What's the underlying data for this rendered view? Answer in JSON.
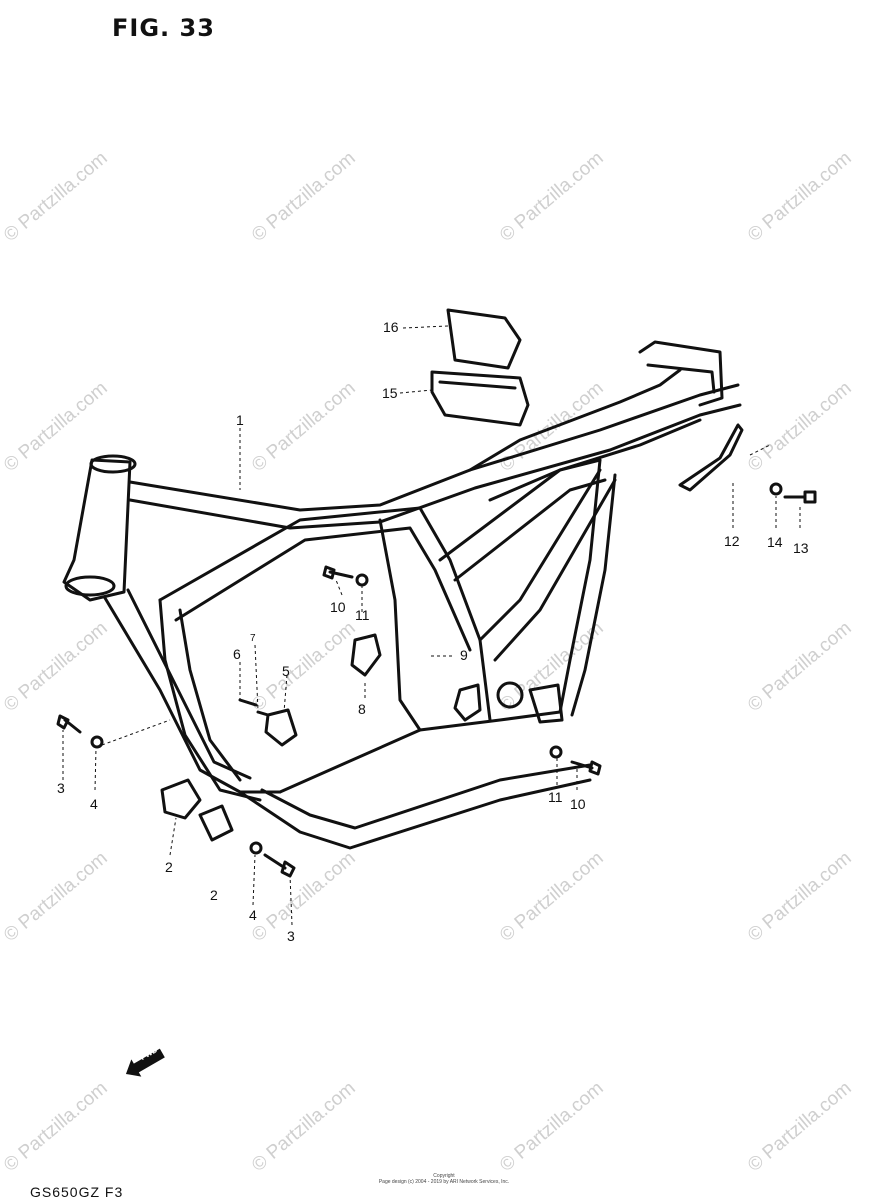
{
  "figure": {
    "title": "FIG. 33"
  },
  "watermark": {
    "text": "© Partzilla.com",
    "color": "#cfcfcf"
  },
  "callouts": [
    {
      "id": "c16",
      "label": "16"
    },
    {
      "id": "c15",
      "label": "15"
    },
    {
      "id": "c1",
      "label": "1"
    },
    {
      "id": "c12",
      "label": "12"
    },
    {
      "id": "c14",
      "label": "14"
    },
    {
      "id": "c13",
      "label": "13"
    },
    {
      "id": "c10a",
      "label": "10"
    },
    {
      "id": "c11a",
      "label": "11"
    },
    {
      "id": "c9",
      "label": "9"
    },
    {
      "id": "c8",
      "label": "8"
    },
    {
      "id": "c6",
      "label": "6"
    },
    {
      "id": "c7",
      "label": "7"
    },
    {
      "id": "c5",
      "label": "5"
    },
    {
      "id": "c3a",
      "label": "3"
    },
    {
      "id": "c4a",
      "label": "4"
    },
    {
      "id": "c11b",
      "label": "11"
    },
    {
      "id": "c10b",
      "label": "10"
    },
    {
      "id": "c2a",
      "label": "2"
    },
    {
      "id": "c2b",
      "label": "2"
    },
    {
      "id": "c4b",
      "label": "4"
    },
    {
      "id": "c3b",
      "label": "3"
    }
  ],
  "fwd_label": "FWD",
  "footer": {
    "model": "GS650GZ  F3",
    "copyright_1": "Copyright",
    "copyright_2": "Page design (c) 2004 - 2019 by ARI Network Services, Inc."
  }
}
